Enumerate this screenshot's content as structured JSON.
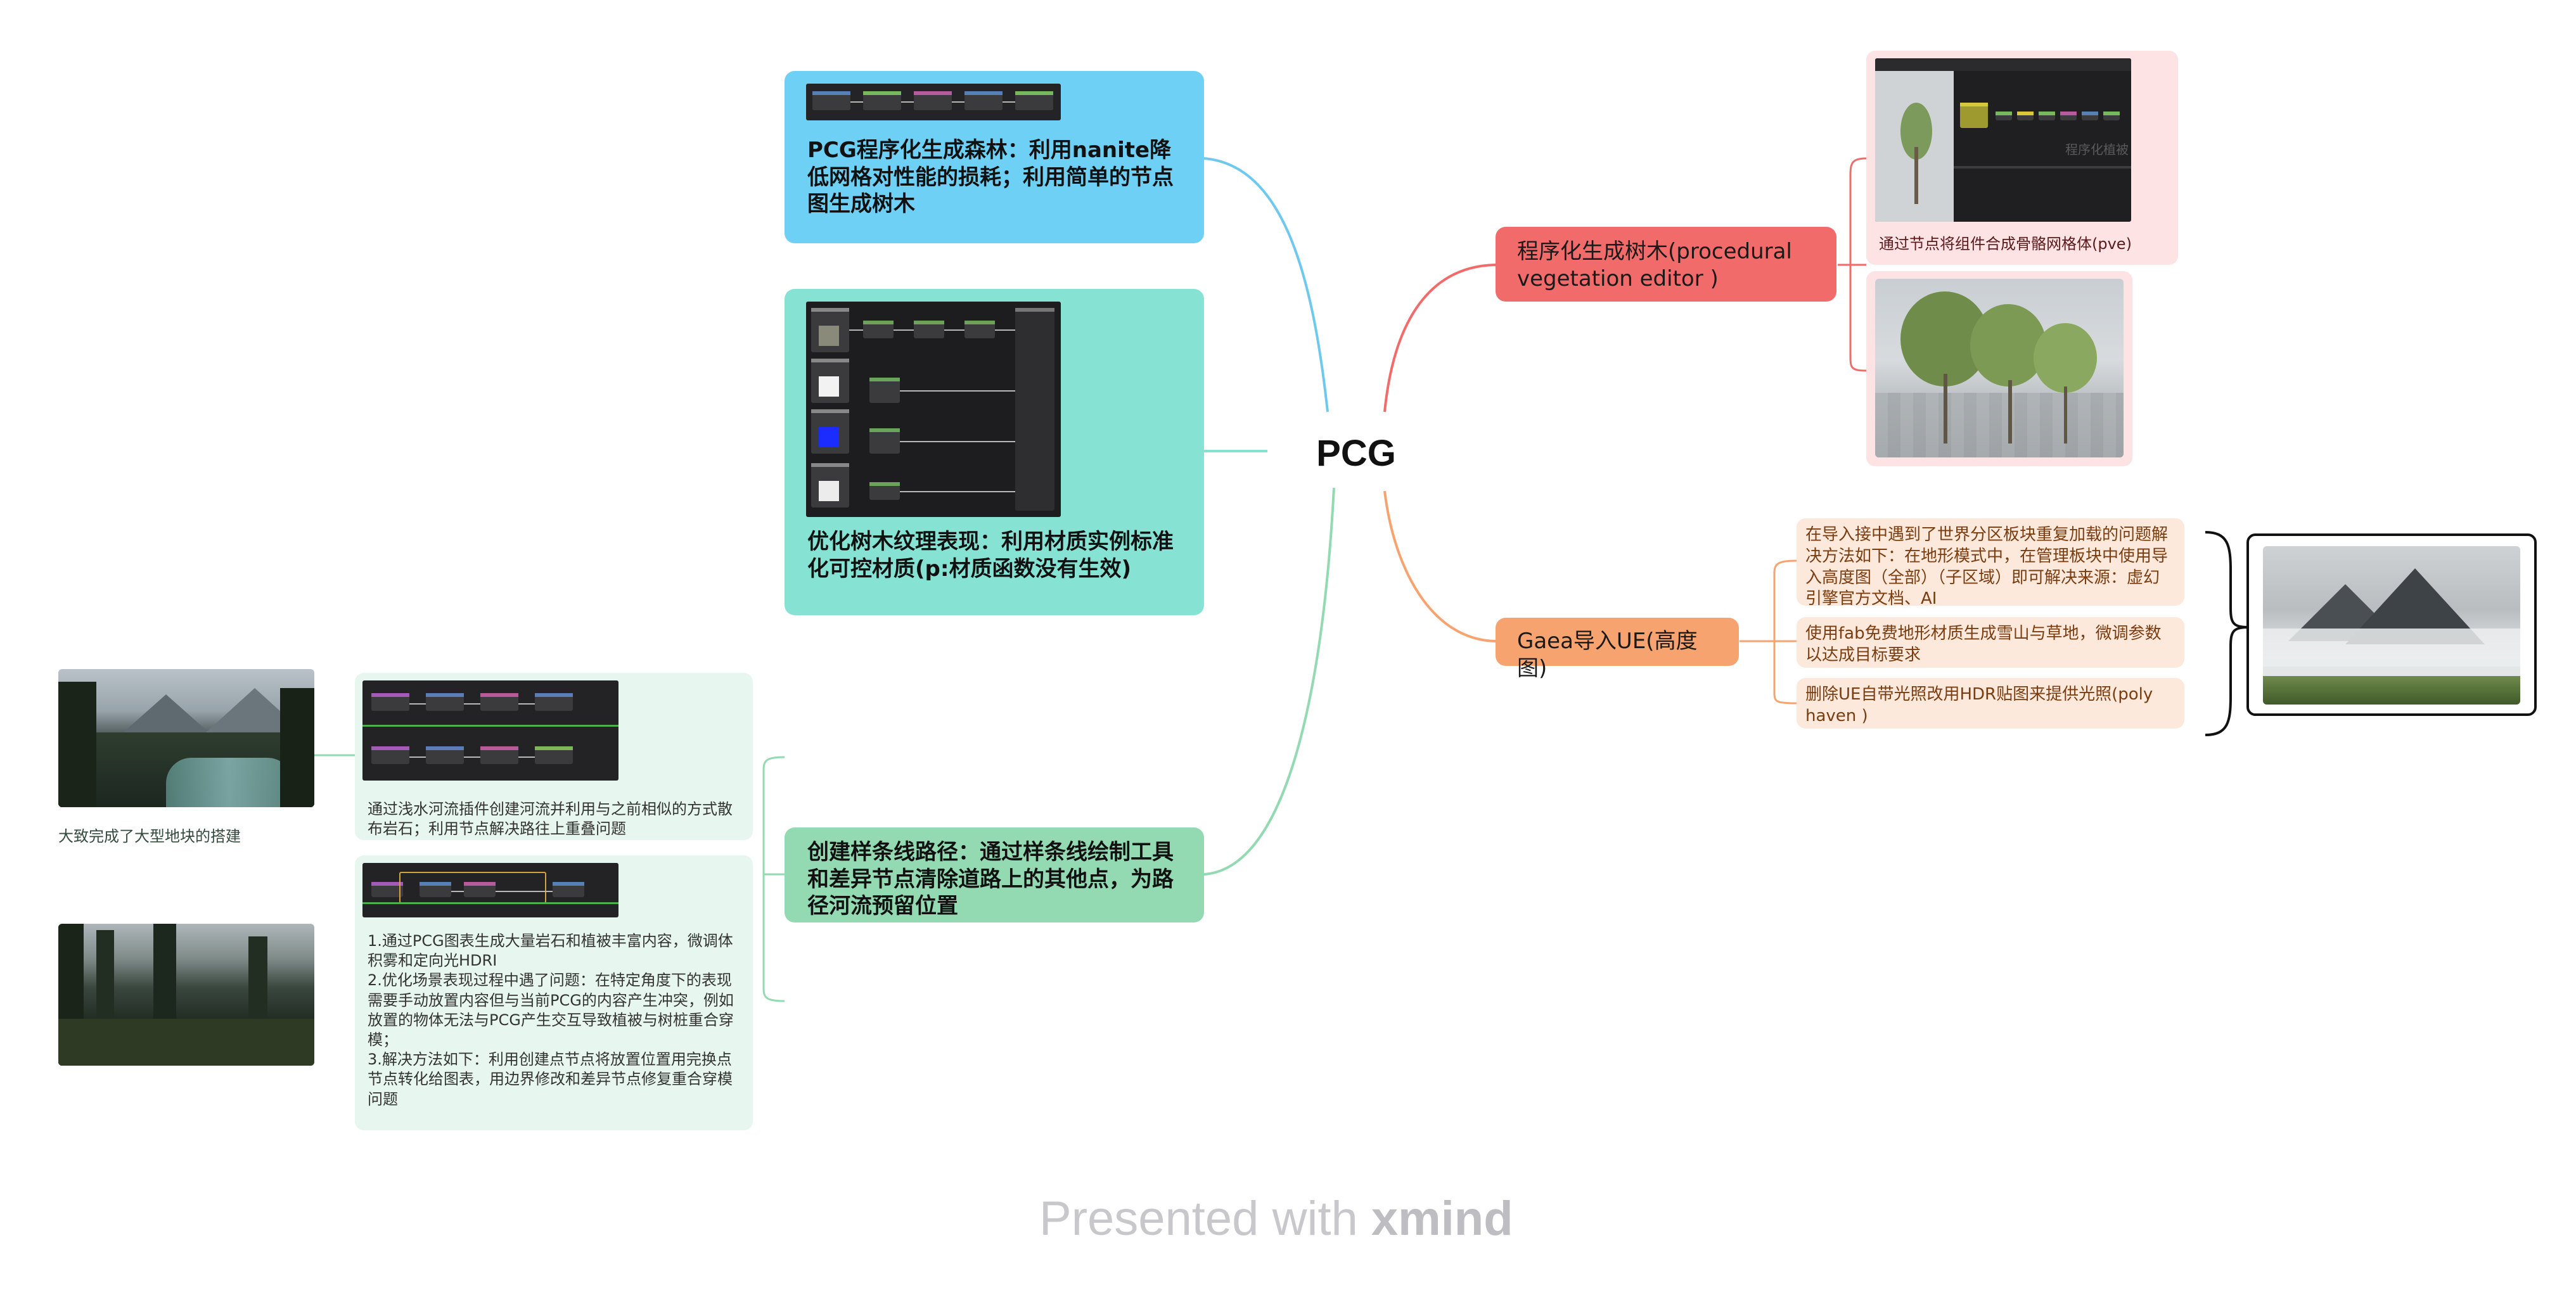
{
  "central_topic": "PCG",
  "footer": {
    "prefix": "Presented with ",
    "brand": "xmind"
  },
  "branches": {
    "forest": {
      "title": "PCG程序化生成森林：利用nanite降低网格对性能的损耗；利用简单的节点图生成树木",
      "color": "#6fd0f6"
    },
    "texture": {
      "title": "优化树木纹理表现：利用材质实例标准化可控材质(p:材质函数没有生效)",
      "color": "#86e3d4"
    },
    "spline": {
      "title": "创建样条线路径：通过样条线绘制工具和差异节点清除道路上的其他点，为路径河流预留位置",
      "color": "#93d9b2",
      "children": [
        {
          "text": "通过浅水河流插件创建河流并利用与之前相似的方式散布岩石；利用节点解决路往上重叠问题"
        },
        {
          "text": "1.通过PCG图表生成大量岩石和植被丰富内容，微调体积雾和定向光HDRI\n2.优化场景表现过程中遇了问题：在特定角度下的表现需要手动放置内容但与当前PCG的内容产生冲突，例如放置的物体无法与PCG产生交互导致植被与树桩重合穿模；\n3.解决方法如下：利用创建点节点将放置位置用完换点节点转化给图表，用边界修改和差异节点修复重合穿模问题"
        }
      ],
      "caption": "大致完成了大型地块的搭建"
    },
    "tree": {
      "title": "程序化生成树木(procedural vegetation editor )",
      "color": "#f26b6b",
      "children": [
        {
          "text": "通过节点将组件合成骨骼网格体(pve)",
          "watermark": "程序化植被"
        }
      ]
    },
    "gaea": {
      "title": "Gaea导入UE(高度图)",
      "color": "#f7a370",
      "children": [
        {
          "text": "在导入接中遇到了世界分区板块重复加载的问题解决方法如下：在地形模式中，在管理板块中使用导入高度图（全部）（子区域）即可解决来源：虚幻引擎官方文档、AI"
        },
        {
          "text": "使用fab免费地形材质生成雪山与草地，微调参数以达成目标要求"
        },
        {
          "text": "删除UE自带光照改用HDR贴图来提供光照(poly haven )"
        }
      ]
    }
  }
}
